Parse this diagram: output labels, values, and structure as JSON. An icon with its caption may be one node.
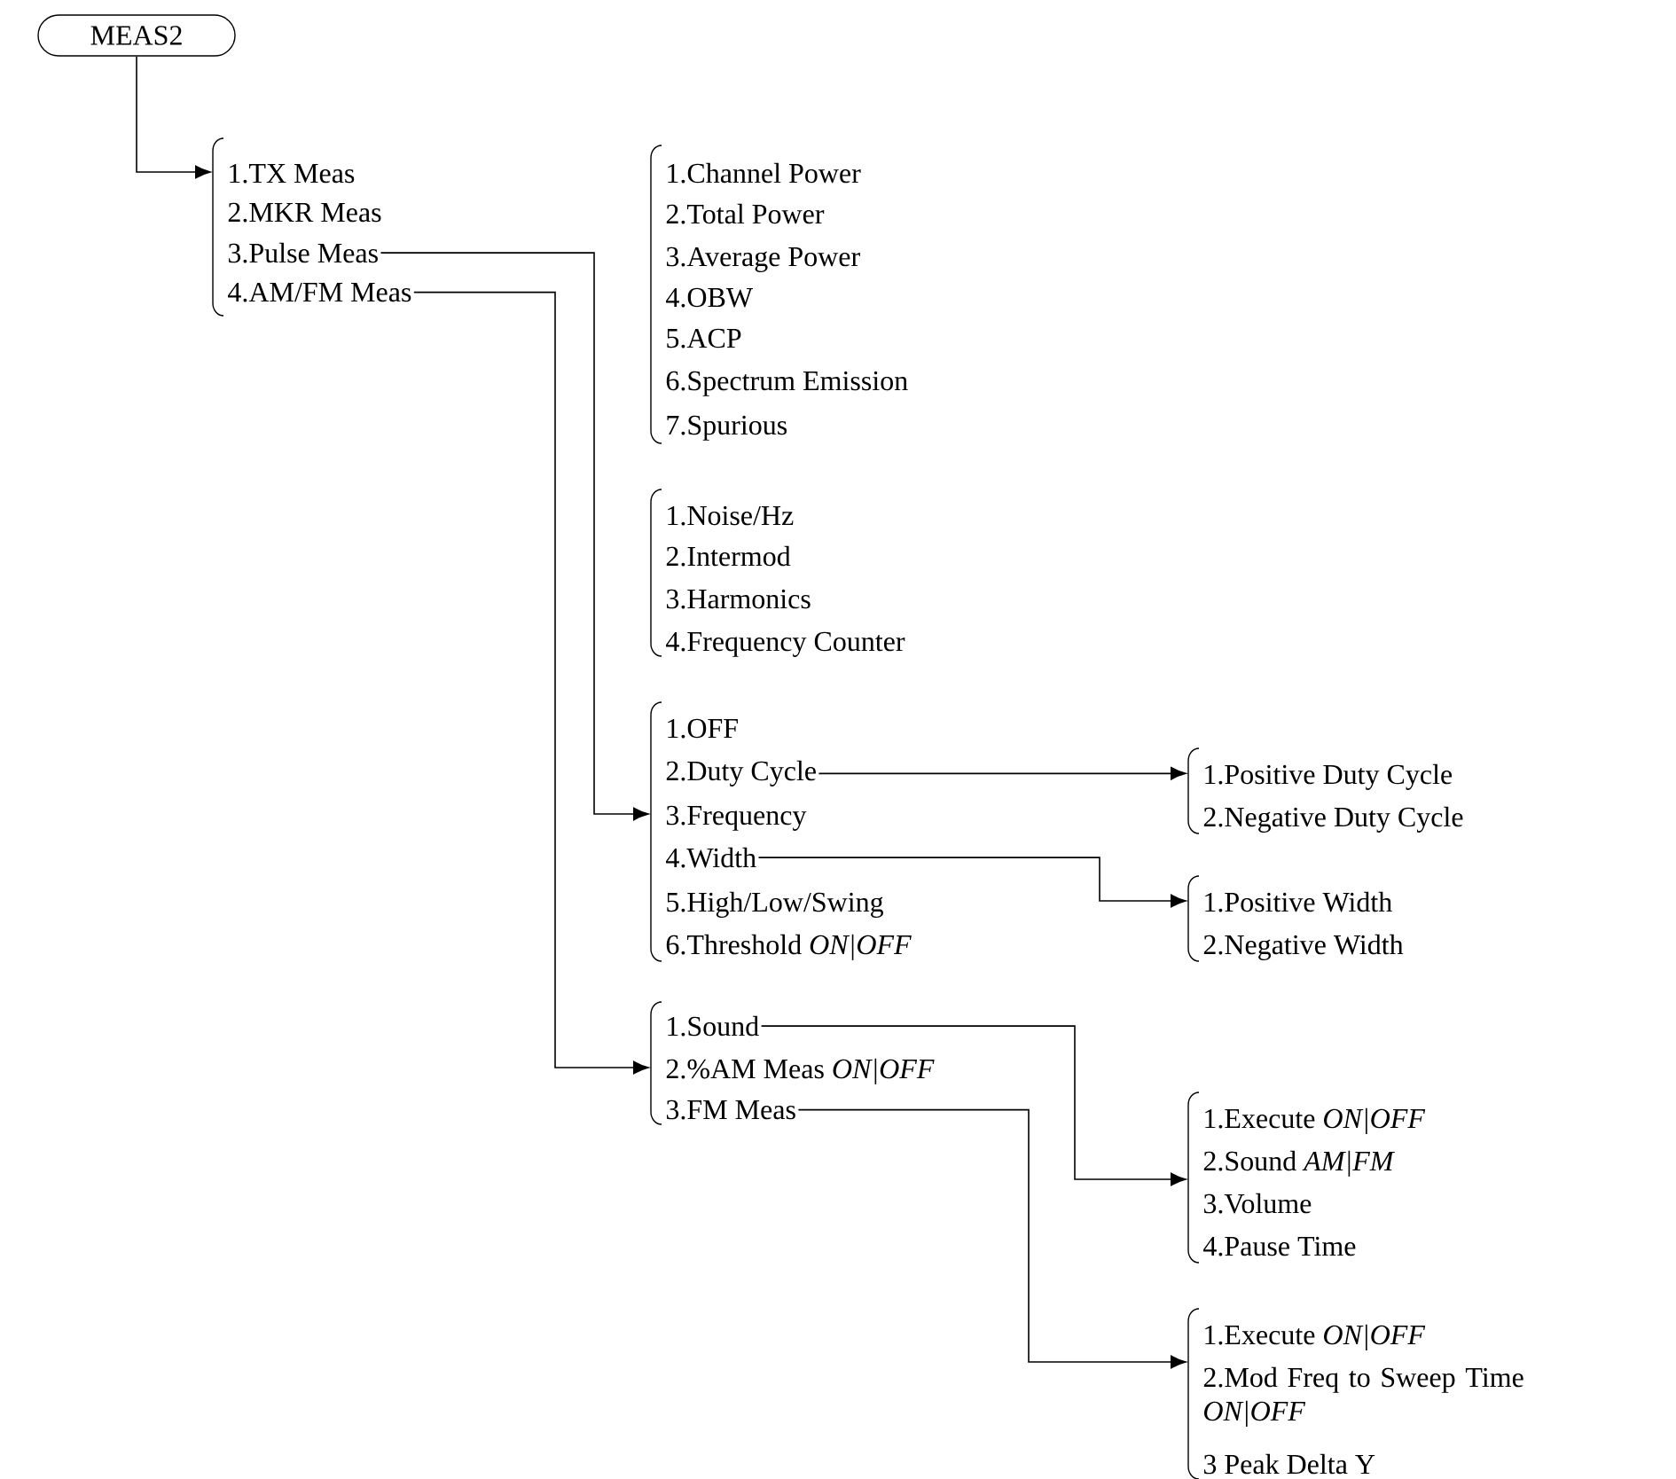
{
  "diagram": {
    "nodes": [
      {
        "text": [
          "MEAS2"
        ]
      },
      {
        "text": [],
        "shape": "bracket"
      },
      {
        "text": [
          "1.TX Meas"
        ]
      },
      {
        "text": [
          "2.MKR Meas"
        ]
      },
      {
        "text": [
          "3.Pulse Meas"
        ]
      },
      {
        "text": [
          "4.AM/FM Meas"
        ]
      },
      {
        "text": [],
        "shape": "bracket"
      },
      {
        "text": [
          "1.Channel Power"
        ]
      },
      {
        "text": [
          "2.Total Power"
        ]
      },
      {
        "text": [
          "3.Average Power"
        ]
      },
      {
        "text": [
          "4.OBW"
        ]
      },
      {
        "text": [
          "5.ACP"
        ]
      },
      {
        "text": [
          "6.Spectrum Emission"
        ]
      },
      {
        "text": [
          "7.Spurious"
        ]
      },
      {
        "text": [],
        "shape": "bracket"
      },
      {
        "text": [
          "1.Noise/Hz"
        ]
      },
      {
        "text": [
          "2.Intermod"
        ]
      },
      {
        "text": [
          "3.Harmonics"
        ]
      },
      {
        "text": [
          "4.Frequency Counter"
        ]
      },
      {
        "text": [],
        "shape": "bracket"
      },
      {
        "text": [
          "1.OFF"
        ]
      },
      {
        "text": [
          "2.Duty Cycle"
        ]
      },
      {
        "text": [
          "3.Frequency"
        ]
      },
      {
        "text": [
          "4.Width"
        ]
      },
      {
        "text": [
          "5.High/Low/Swing"
        ]
      },
      {
        "text": [
          "6.Threshold *ON|OFF*"
        ]
      },
      {
        "text": [],
        "shape": "bracket"
      },
      {
        "text": [
          "1.Positive Duty Cycle"
        ]
      },
      {
        "text": [
          "2.Negative Duty Cycle"
        ]
      },
      {
        "text": [],
        "shape": "bracket"
      },
      {
        "text": [
          "1.Positive Width"
        ]
      },
      {
        "text": [
          "2.Negative Width"
        ]
      },
      {
        "text": [],
        "shape": "bracket"
      },
      {
        "text": [
          "1.Sound"
        ]
      },
      {
        "text": [
          "2.%AM Meas *ON|OFF*"
        ]
      },
      {
        "text": [
          "3.FM Meas"
        ]
      },
      {
        "text": [],
        "shape": "bracket"
      },
      {
        "text": [
          "1.Execute *ON|OFF*"
        ]
      },
      {
        "text": [
          "2.Sound *AM|FM*"
        ]
      },
      {
        "text": [
          "3.Volume"
        ]
      },
      {
        "text": [
          "4.Pause Time"
        ]
      },
      {
        "text": [],
        "shape": "bracket"
      },
      {
        "text": [
          "1.Execute *ON|OFF*"
        ]
      },
      {
        "text": [
          "2.Mod Freq to Sweep Time *ON|OFF*"
        ]
      },
      {
        "text": [
          "3 Peak Delta Y"
        ]
      }
    ],
    "edges": [
      {
        "from": 0,
        "to": 1,
        "arrow": "to"
      },
      {
        "from": 4,
        "to": 19,
        "arrow": "to"
      },
      {
        "from": 5,
        "to": 32,
        "arrow": "to"
      },
      {
        "from": 21,
        "to": 26,
        "arrow": "to"
      },
      {
        "from": 23,
        "to": 29,
        "arrow": "to"
      },
      {
        "from": 33,
        "to": 36,
        "arrow": "to"
      },
      {
        "from": 35,
        "to": 41,
        "arrow": "to"
      }
    ]
  }
}
